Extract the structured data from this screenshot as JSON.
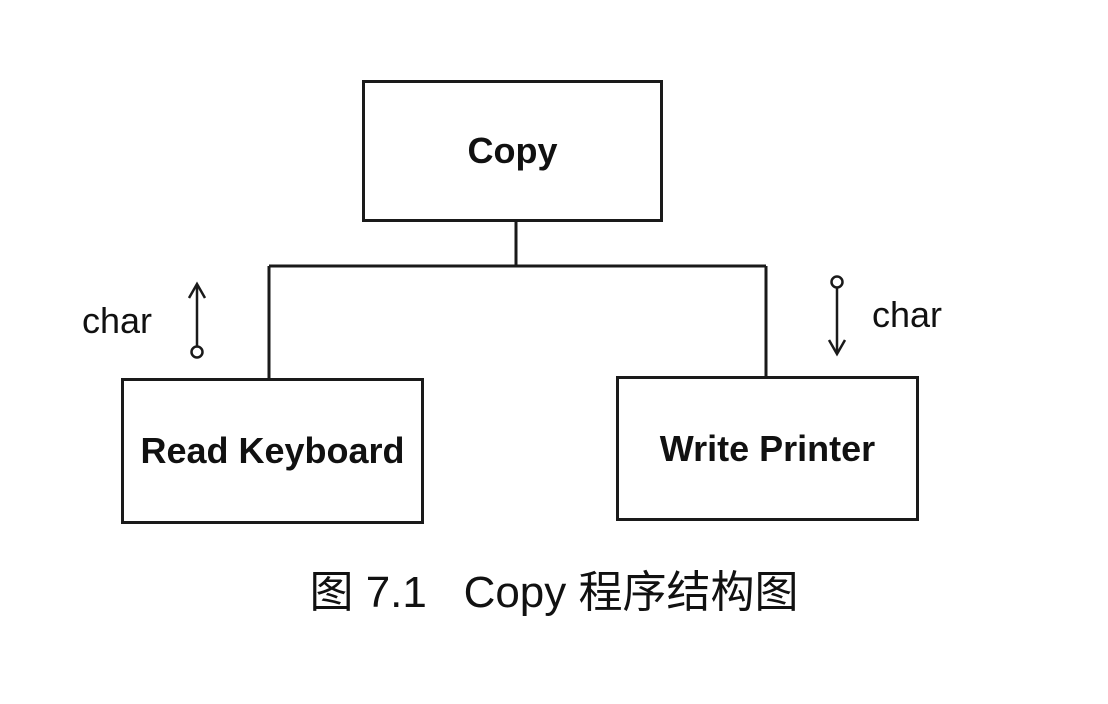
{
  "diagram": {
    "root": {
      "label": "Copy"
    },
    "children": [
      {
        "label": "Read Keyboard",
        "param": "char",
        "flow": "up"
      },
      {
        "label": "Write Printer",
        "param": "char",
        "flow": "down"
      }
    ]
  },
  "caption": {
    "figure_number": "图 7.1",
    "title": "Copy 程序结构图"
  },
  "colors": {
    "line": "#1a1a1a",
    "text": "#111111",
    "background": "#ffffff"
  }
}
